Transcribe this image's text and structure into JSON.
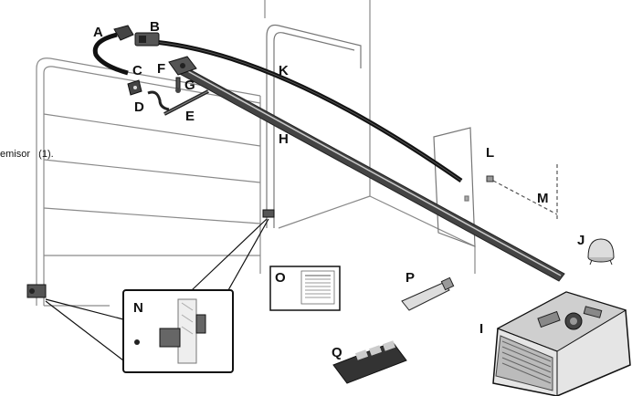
{
  "caption": "emisor   (1).",
  "parts": [
    {
      "letter": "A"
    },
    {
      "letter": "B"
    },
    {
      "letter": "C"
    },
    {
      "letter": "D"
    },
    {
      "letter": "E"
    },
    {
      "letter": "F"
    },
    {
      "letter": "G"
    },
    {
      "letter": "H"
    },
    {
      "letter": "I"
    },
    {
      "letter": "J"
    },
    {
      "letter": "K"
    },
    {
      "letter": "L"
    },
    {
      "letter": "M"
    },
    {
      "letter": "N"
    },
    {
      "letter": "O"
    },
    {
      "letter": "P"
    },
    {
      "letter": "Q"
    }
  ]
}
